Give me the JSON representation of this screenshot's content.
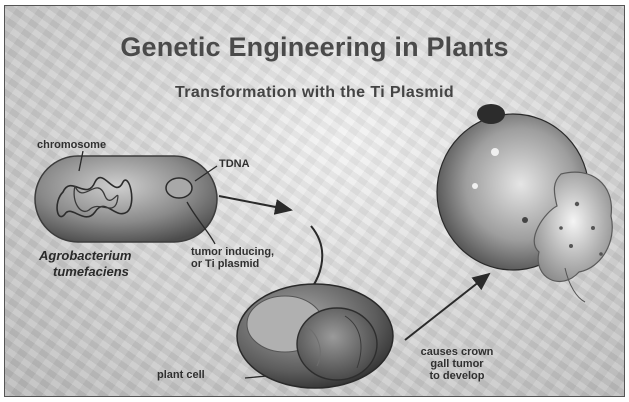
{
  "title": "Genetic Engineering in Plants",
  "subtitle": "Transformation with the Ti Plasmid",
  "labels": {
    "chromosome": "chromosome",
    "tdna": "TDNA",
    "agrobacterium_line1": "Agrobacterium",
    "agrobacterium_line2": "tumefaciens",
    "ti_plasmid_line1": "tumor inducing,",
    "ti_plasmid_line2": "or Ti plasmid",
    "plant_cell": "plant cell",
    "crown_gall_line1": "causes crown",
    "crown_gall_line2": "gall tumor",
    "crown_gall_line3": "to develop"
  },
  "icons": [
    "bacterium-icon",
    "plasmid-icon",
    "plant-cell-icon",
    "crown-gall-tumor-icon"
  ]
}
